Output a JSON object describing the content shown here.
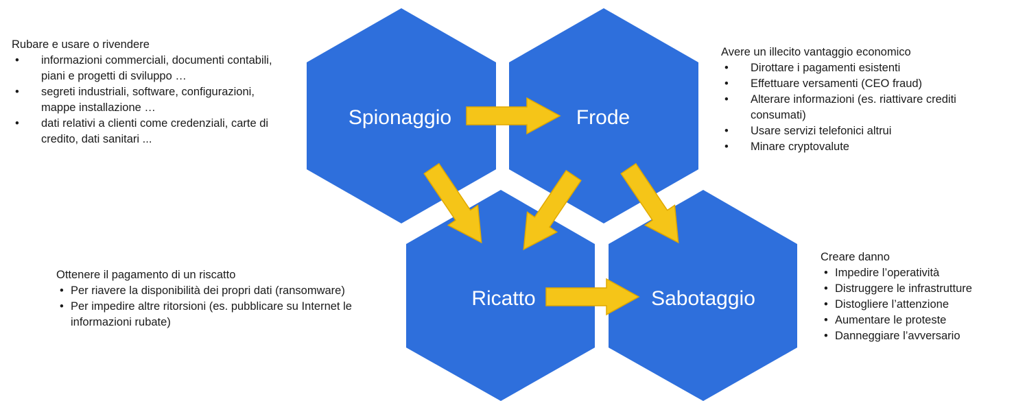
{
  "colors": {
    "hexagon": "#2E6FDC",
    "arrow": "#F5C518",
    "arrow_outline": "#E0A800",
    "text": "#1A1A1A"
  },
  "nodes": {
    "spionaggio": "Spionaggio",
    "frode": "Frode",
    "ricatto": "Ricatto",
    "sabotaggio": "Sabotaggio"
  },
  "blocks": {
    "spionaggio": {
      "heading": "Rubare e usare o rivendere",
      "items": [
        "informazioni commerciali, documenti contabili, piani e progetti di sviluppo …",
        "segreti industriali, software, configurazioni, mappe installazione …",
        "dati relativi a clienti come credenziali, carte di credito, dati sanitari ..."
      ]
    },
    "frode": {
      "heading": "Avere un illecito vantaggio economico",
      "items": [
        "Dirottare i pagamenti esistenti",
        "Effettuare versamenti (CEO fraud)",
        "Alterare informazioni (es. riattivare crediti consumati)",
        "Usare servizi telefonici altrui",
        "Minare cryptovalute"
      ]
    },
    "ricatto": {
      "heading": "Ottenere il pagamento di un riscatto",
      "items": [
        "Per riavere la disponibilità dei propri dati (ransomware)",
        "Per impedire altre ritorsioni (es. pubblicare su Internet le informazioni rubate)"
      ]
    },
    "sabotaggio": {
      "heading": "Creare danno",
      "items": [
        "Impedire l’operatività",
        "Distruggere le infrastrutture",
        "Distogliere l’attenzione",
        "Aumentare le proteste",
        "Danneggiare l’avversario"
      ]
    }
  }
}
